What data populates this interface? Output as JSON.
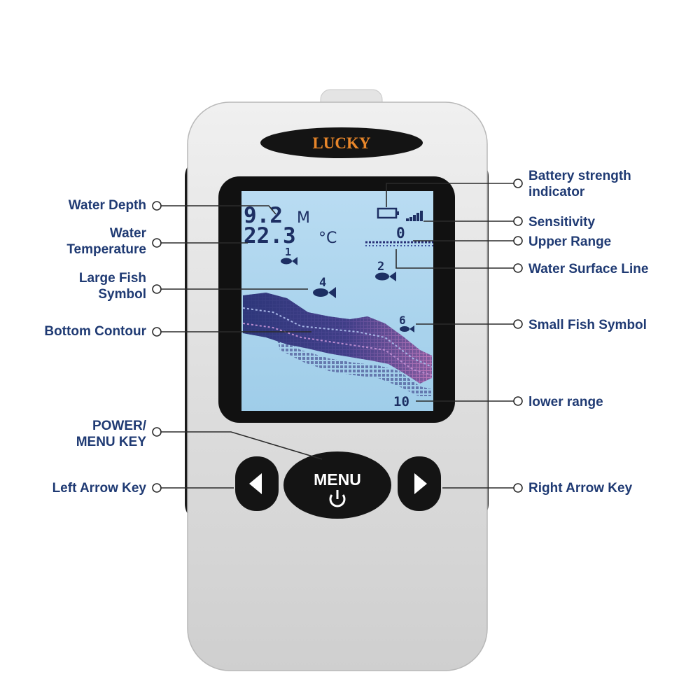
{
  "device": {
    "brand": "LUCKY",
    "menu_key_label": "MENU"
  },
  "screen": {
    "depth_value": "9.2",
    "depth_unit": "M",
    "temp_value": "22.3",
    "temp_unit": "°C",
    "upper_range": "0",
    "lower_range": "10",
    "fish_depths": [
      "1",
      "2",
      "4",
      "6"
    ]
  },
  "callouts": {
    "water_depth": "Water Depth",
    "water_temperature_1": "Water",
    "water_temperature_2": "Temperature",
    "large_fish_1": "Large Fish",
    "large_fish_2": "Symbol",
    "bottom_contour": "Bottom Contour",
    "power_menu_1": "POWER/",
    "power_menu_2": "MENU KEY",
    "left_arrow": "Left Arrow Key",
    "battery_1": "Battery strength",
    "battery_2": "indicator",
    "sensitivity": "Sensitivity",
    "upper_range": "Upper Range",
    "water_surface": "Water Surface Line",
    "small_fish": "Small Fish Symbol",
    "lower_range": "lower range",
    "right_arrow": "Right Arrow Key"
  },
  "colors": {
    "label_text": "#1f3a73",
    "screen_bg": "#a9d4ee",
    "screen_ink": "#1d2f63",
    "contour_dark": "#2a3277",
    "contour_mid": "#7060a8",
    "contour_pink": "#c074b8",
    "device_shell": "#dcdcdc",
    "grip": "#1b1b1b",
    "brand_orange": "#e8862a"
  }
}
